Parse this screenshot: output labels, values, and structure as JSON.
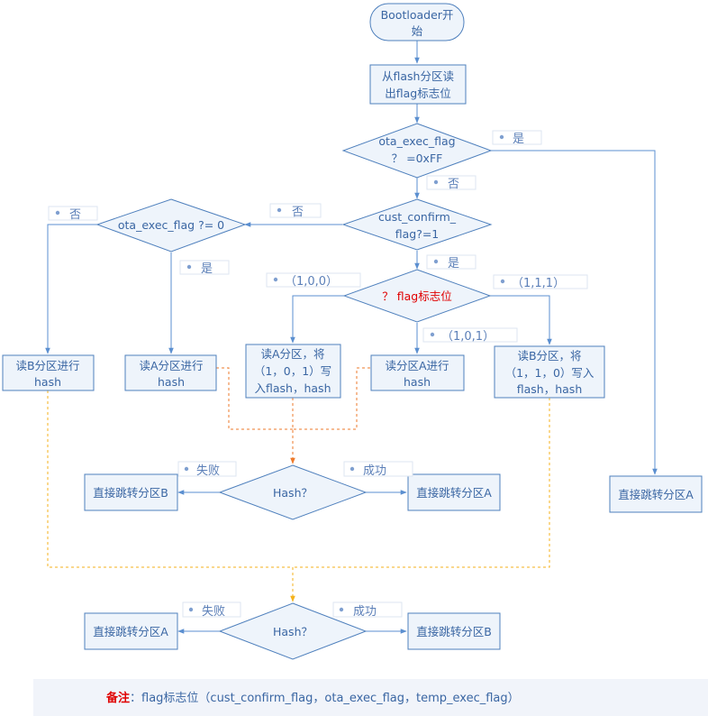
{
  "nodes": {
    "start": [
      "Bootloader开",
      "始"
    ],
    "read_flag": [
      "从flash分区读",
      "出flag标志位"
    ],
    "ota_ff": [
      "ota_exec_flag",
      "？ =0xFF"
    ],
    "cust": [
      "cust_confirm_",
      "flag?=1"
    ],
    "ota_0": "ota_exec_flag ?= 0",
    "flag_center": "？ flag标志位",
    "readB_left": [
      "读B分区进行",
      "hash"
    ],
    "readA_left": [
      "读A分区进行",
      "hash"
    ],
    "readA_write": [
      "读A分区，将",
      "（1，0，1）写",
      "入flash，hash"
    ],
    "readA_hash": [
      "读分区A进行",
      "hash"
    ],
    "readB_write": [
      "读B分区，将",
      "（1，1，0）写入",
      "flash，hash"
    ],
    "hash1": "Hash？",
    "jumpB_1": "直接跳转分区B",
    "jumpA_1": "直接跳转分区A",
    "jumpA_right": "直接跳转分区A",
    "hash2": "Hash？",
    "jumpA_2": "直接跳转分区A",
    "jumpB_2": "直接跳转分区B"
  },
  "labels": {
    "yes": "是",
    "no": "否",
    "fail": "失败",
    "success": "成功",
    "c000": "（1,0,0）",
    "c111": "（1,1,1）",
    "c101": "（1,0,1）"
  },
  "note": {
    "prefix": "备注",
    "text": "：flag标志位（cust_confirm_flag，ota_exec_flag，temp_exec_flag）"
  },
  "colors": {
    "box_fill": "#eef4fb",
    "box_stroke": "#4f80bd",
    "text": "#3a66a3",
    "arrow": "#5b8fd0",
    "orange": "#ee7a2b",
    "yellow": "#f5b21b",
    "red": "#e00000"
  }
}
